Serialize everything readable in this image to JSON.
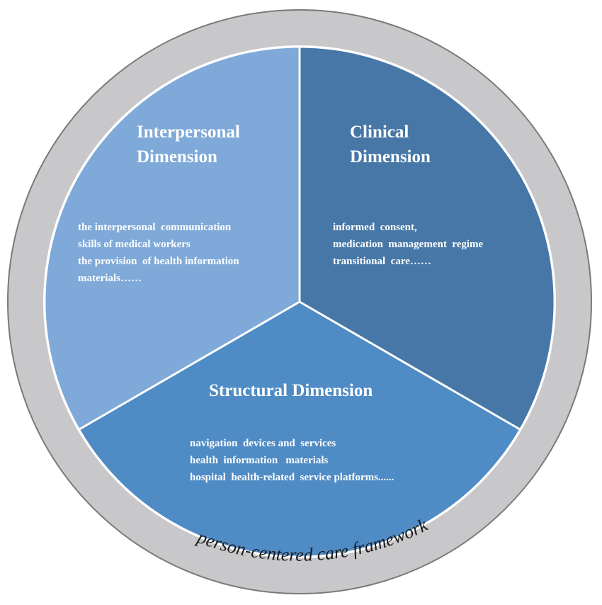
{
  "diagram": {
    "ring_label": "person-centered care framework",
    "colors": {
      "ring": "#c8c7c9",
      "interpersonal": "#7ea9d8",
      "clinical": "#4677a6",
      "structural": "#4f8bc4",
      "divider": "#ffffff",
      "text": "#ffffff"
    },
    "sectors": {
      "interpersonal": {
        "title_line1": "Interpersonal",
        "title_line2": "Dimension",
        "items": [
          "the interpersonal  communication",
          "skills of medical workers",
          "the provision  of health information",
          "materials……"
        ]
      },
      "clinical": {
        "title_line1": "Clinical",
        "title_line2": "Dimension",
        "items": [
          "informed  consent,",
          "medication  management  regime",
          "transitional  care……"
        ]
      },
      "structural": {
        "title": "Structural Dimension",
        "items": [
          "navigation  devices and  services",
          "health  information   materials",
          "hospital  health-related  service platforms......"
        ]
      }
    }
  }
}
